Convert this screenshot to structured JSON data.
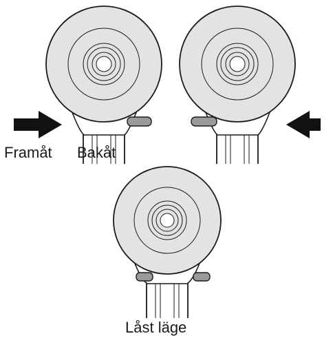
{
  "labels": {
    "forward": "Framåt",
    "backward": "Bakåt",
    "locked": "Låst läge"
  },
  "colors": {
    "disc_fill": "#e3e3e3",
    "outline": "#1a1a1a",
    "lever_fill": "#9a9a9a",
    "arrow": "#111111"
  }
}
